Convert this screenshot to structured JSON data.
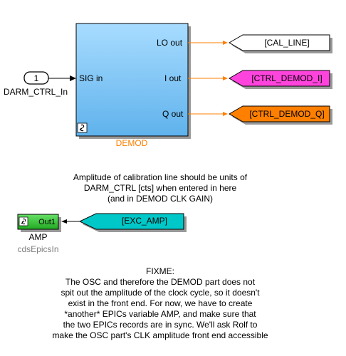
{
  "demod_block": {
    "name": "DEMOD",
    "ports_in": [
      "SIG in"
    ],
    "ports_out": [
      "LO out",
      "I out",
      "Q out"
    ]
  },
  "inport": {
    "number": "1",
    "name": "DARM_CTRL_In"
  },
  "gotos": [
    {
      "tag": "[CAL_LINE]",
      "color": "#ffffff"
    },
    {
      "tag": "[CTRL_DEMOD_I]",
      "color": "#ff44dd"
    },
    {
      "tag": "[CTRL_DEMOD_Q]",
      "color": "#ff7f00"
    }
  ],
  "amp_block": {
    "port": "Out1",
    "name": "AMP",
    "type": "cdsEpicsIn",
    "color": "#33cc33"
  },
  "from_block": {
    "tag": "[EXC_AMP]",
    "color": "#00c8c8"
  },
  "note1": [
    "Amplitude of calibration line should be units of",
    "DARM_CTRL [cts] when entered in here",
    "(and in DEMOD CLK GAIN)"
  ],
  "note2": [
    "FIXME:",
    "The OSC and therefore the DEMOD part does not",
    "spit out the amplitude of the clock cycle, so it doesn't",
    "exist in the front end. For now, we have to create",
    "*another* EPICs variable AMP, and make sure that",
    "the two EPICs records are in sync. We'll ask Rolf to",
    "make the OSC part's CLK amplitude front end accessible"
  ],
  "colors": {
    "signal_line": "#ff7f00",
    "demod_fill_top": "#a8dcff",
    "demod_fill_bottom": "#5fb2ec"
  }
}
